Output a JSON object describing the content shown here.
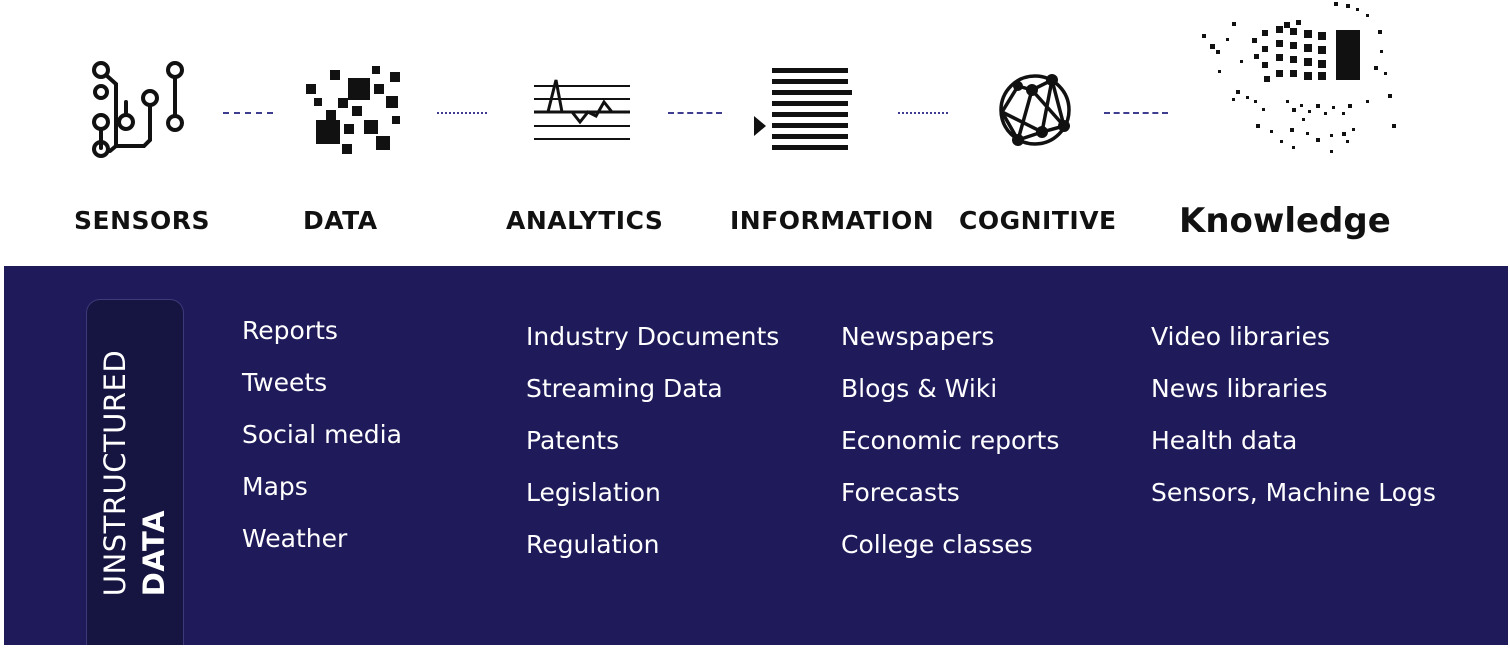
{
  "pipeline": {
    "stages": [
      {
        "label": "SENSORS",
        "icon": "circuit-sensor-icon"
      },
      {
        "label": "DATA",
        "icon": "scattered-squares-data-icon"
      },
      {
        "label": "ANALYTICS",
        "icon": "waveform-analytics-icon"
      },
      {
        "label": "INFORMATION",
        "icon": "document-lines-information-icon"
      },
      {
        "label": "COGNITIVE",
        "icon": "network-globe-cognitive-icon"
      },
      {
        "label": "Knowledge",
        "icon": "dispersed-grid-knowledge-icon"
      }
    ],
    "connector_color": "#3f3d8f"
  },
  "unstructured": {
    "tag_line1": "UNSTRUCTURED",
    "tag_line2": "DATA",
    "band_color": "#1f1b5b",
    "columns": [
      [
        "Reports",
        "Tweets",
        "Social media",
        "Maps",
        "Weather"
      ],
      [
        "Industry Documents",
        "Streaming Data",
        "Patents",
        "Legislation",
        "Regulation"
      ],
      [
        "Newspapers",
        "Blogs & Wiki",
        "Economic reports",
        "Forecasts",
        "College classes"
      ],
      [
        "Video libraries",
        "News libraries",
        "Health data",
        "Sensors, Machine Logs"
      ]
    ]
  }
}
